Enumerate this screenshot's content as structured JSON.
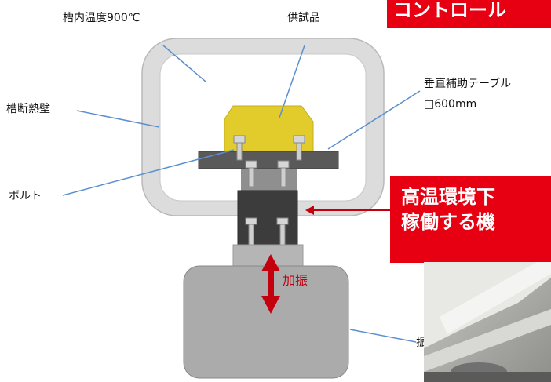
{
  "labels": {
    "chamber_temperature": "槽内温度900℃",
    "specimen": "供試品",
    "chamber_wall": "槽断熱壁",
    "vertical_table": "垂直補助テーブル",
    "table_size": "□600mm",
    "bolt": "ボルト",
    "excitation": "加振",
    "shaker_partial": "振"
  },
  "banners": {
    "top": "コントロール",
    "middle_line1": "高温環境下",
    "middle_line2": "稼働する機"
  },
  "colors": {
    "banner_red": "#e60012",
    "chamber_wall": "#dedede",
    "specimen_yellow": "#e2cc2c",
    "arrow_red": "#c4000f",
    "leader_blue": "#5b8fd0"
  }
}
